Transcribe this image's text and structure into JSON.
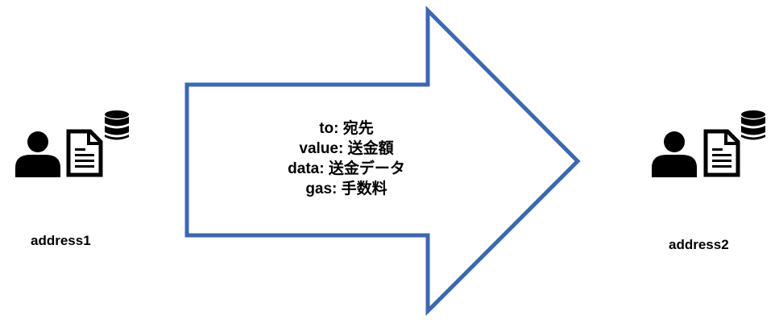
{
  "nodes": [
    {
      "id": "sender",
      "label": "address1",
      "icons": [
        "person-icon",
        "document-icon",
        "database-icon"
      ]
    },
    {
      "id": "receiver",
      "label": "address2",
      "icons": [
        "person-icon",
        "document-icon",
        "database-icon"
      ]
    }
  ],
  "transaction": {
    "fields": [
      "to: 宛先",
      "value: 送金額",
      "data: 送金データ",
      "gas: 手数料"
    ]
  },
  "colors": {
    "arrow_stroke": "#3d67b1",
    "arrow_fill": "#ffffff",
    "icon": "#000000"
  }
}
